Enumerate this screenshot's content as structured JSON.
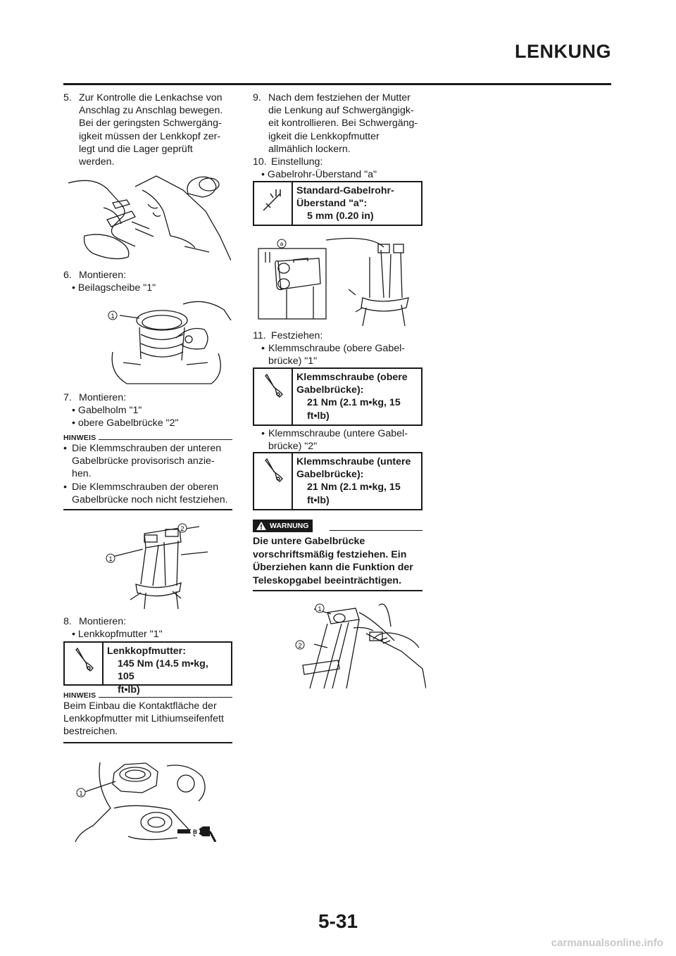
{
  "header": {
    "title": "LENKUNG"
  },
  "left": {
    "step5": {
      "num": "5.",
      "lines": [
        "Zur Kontrolle die Lenkachse von",
        "Anschlag zu Anschlag bewegen.",
        "Bei der geringsten Schwergäng-",
        "igkeit müssen der Lenkkopf zer-",
        "legt und die Lager geprüft",
        "werden."
      ]
    },
    "step6": {
      "num": "6.",
      "title": "Montieren:",
      "bullets": [
        "Beilagscheibe \"1\""
      ],
      "fig_callout": "1"
    },
    "step7": {
      "num": "7.",
      "title": "Montieren:",
      "bullets": [
        "Gabelholm \"1\"",
        "obere Gabelbrücke \"2\""
      ]
    },
    "note1": {
      "head": "HINWEIS",
      "items": [
        [
          "Die Klemmschrauben der unteren",
          "Gabelbrücke provisorisch anzie-",
          "hen."
        ],
        [
          "Die Klemmschrauben der oberen",
          "Gabelbrücke noch nicht festziehen."
        ]
      ]
    },
    "fig7_callouts": [
      "1",
      "2"
    ],
    "step8": {
      "num": "8.",
      "title": "Montieren:",
      "bullets": [
        "Lenkkopfmutter \"1\""
      ]
    },
    "spec1": {
      "label": "Lenkkopfmutter:",
      "value_lines": [
        "145 Nm (14.5 m•kg, 105",
        "ft•lb)"
      ]
    },
    "note2": {
      "head": "HINWEIS",
      "lines": [
        "Beim Einbau die Kontaktfläche der",
        "Lenkkopfmutter mit Lithiumseifenfett",
        "bestreichen."
      ]
    },
    "fig8_callouts": [
      "1",
      "B"
    ]
  },
  "right": {
    "step9": {
      "num": "9.",
      "lines": [
        "Nach dem festziehen der Mutter",
        "die Lenkung auf Schwergängigk-",
        "eit kontrollieren. Bei Schwergäng-",
        "igkeit die Lenkkopfmutter",
        "allmählich lockern."
      ]
    },
    "step10": {
      "num": "10.",
      "title": "Einstellung:",
      "bullets": [
        "Gabelrohr-Überstand \"a\""
      ]
    },
    "spec2": {
      "label_lines": [
        "Standard-Gabelrohr-",
        "Überstand  \"a\":"
      ],
      "value_lines": [
        "5 mm (0.20 in)"
      ]
    },
    "fig10_callout": "a",
    "step11": {
      "num": "11.",
      "title": "Festziehen:",
      "bullet1": [
        "Klemmschraube (obere Gabel-",
        "brücke) \"1\""
      ],
      "bullet2": [
        "Klemmschraube (untere Gabel-",
        "brücke) \"2\""
      ]
    },
    "spec3": {
      "label_lines": [
        "Klemmschraube (obere",
        "Gabelbrücke):"
      ],
      "value_lines": [
        "21 Nm (2.1 m•kg, 15",
        "ft•lb)"
      ]
    },
    "spec4": {
      "label_lines": [
        "Klemmschraube (untere",
        "Gabelbrücke):"
      ],
      "value_lines": [
        "21 Nm (2.1 m•kg, 15",
        "ft•lb)"
      ]
    },
    "warning": {
      "badge": "WARNUNG",
      "lines": [
        "Die untere Gabelbrücke",
        "vorschriftsmäßig festziehen. Ein",
        "Überziehen kann die Funktion der",
        "Teleskopgabel beeinträchtigen."
      ]
    },
    "fig11_callouts": [
      "1",
      "2"
    ]
  },
  "page_number": "5-31",
  "footer": "carmanualsonline.info"
}
